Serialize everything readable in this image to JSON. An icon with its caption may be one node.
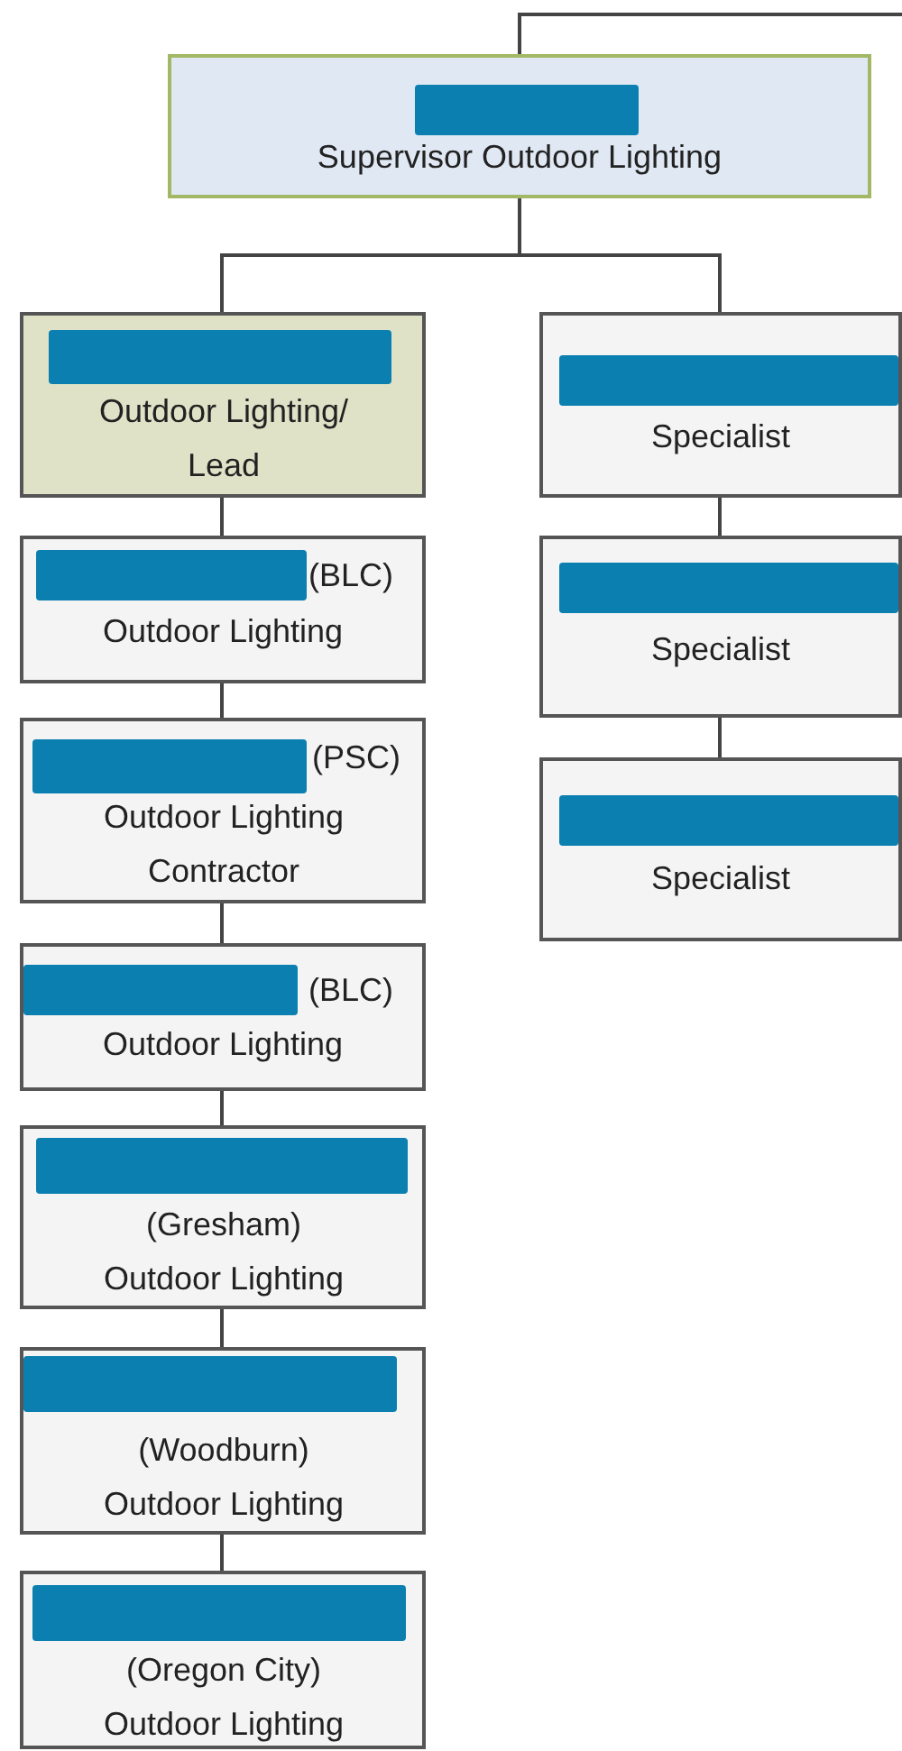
{
  "diagram": {
    "nodes": [
      {
        "text": [
          "Supervisor Outdoor Lighting"
        ]
      },
      {
        "text": [
          "Outdoor Lighting/ Lead"
        ]
      },
      {
        "text": [
          "Specialist"
        ]
      },
      {
        "text": [
          "(BLC)",
          "Outdoor Lighting"
        ]
      },
      {
        "text": [
          "(PSC)",
          "Outdoor Lighting Contractor"
        ]
      },
      {
        "text": [
          "(BLC)",
          "Outdoor Lighting"
        ]
      },
      {
        "text": [
          "(Gresham) Outdoor Lighting"
        ]
      },
      {
        "text": [
          "(Woodburn) Outdoor Lighting"
        ]
      },
      {
        "text": [
          "(Oregon City) Outdoor Lighting"
        ]
      },
      {
        "text": [
          "Specialist"
        ]
      },
      {
        "text": [
          "Specialist"
        ]
      }
    ],
    "edges": [
      {
        "from": null,
        "to": 0,
        "arrow": "none"
      },
      {
        "from": 0,
        "to": 1,
        "arrow": "none"
      },
      {
        "from": 0,
        "to": 2,
        "arrow": "none"
      },
      {
        "from": 1,
        "to": 3,
        "arrow": "none"
      },
      {
        "from": 3,
        "to": 4,
        "arrow": "none"
      },
      {
        "from": 4,
        "to": 5,
        "arrow": "none"
      },
      {
        "from": 5,
        "to": 6,
        "arrow": "none"
      },
      {
        "from": 6,
        "to": 7,
        "arrow": "none"
      },
      {
        "from": 7,
        "to": 8,
        "arrow": "none"
      },
      {
        "from": 2,
        "to": 9,
        "arrow": "none"
      },
      {
        "from": 9,
        "to": 10,
        "arrow": "none"
      }
    ]
  }
}
